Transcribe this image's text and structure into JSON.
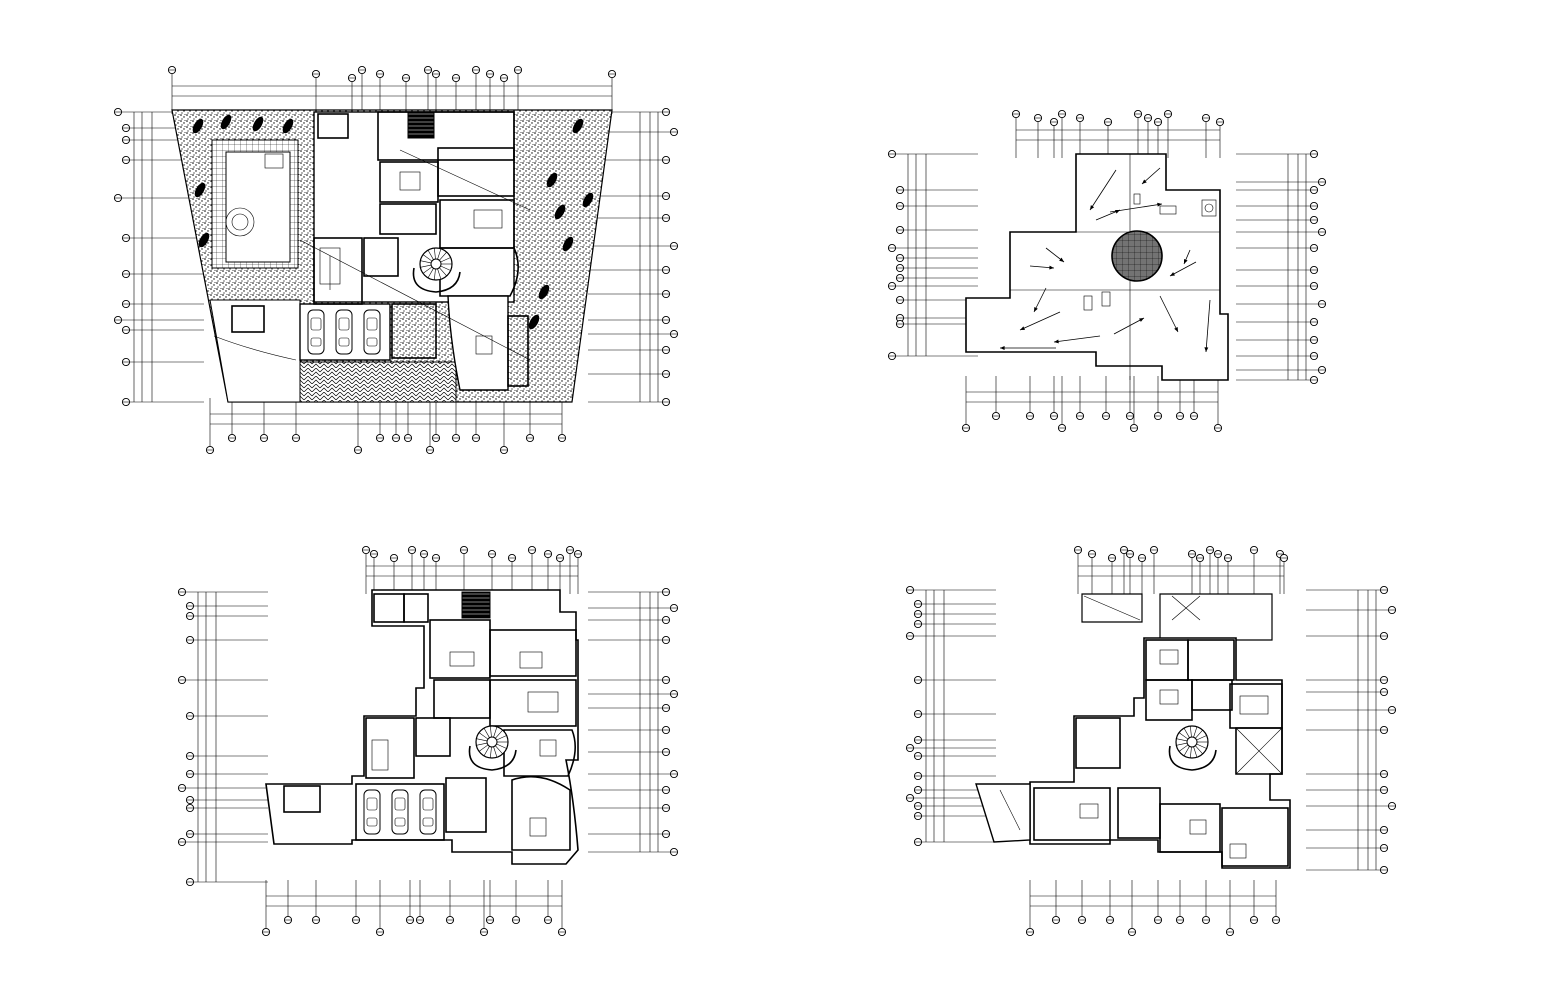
{
  "sheet": {
    "background": "#ffffff",
    "ink": "#000000",
    "description_free": true
  },
  "plans": [
    {
      "id": "site-plan",
      "kind": "ground-floor-with-landscape"
    },
    {
      "id": "roof-plan",
      "kind": "roof"
    },
    {
      "id": "ground-floor-plan",
      "kind": "ground-floor"
    },
    {
      "id": "upper-floor-plan",
      "kind": "upper-floor"
    }
  ],
  "icons": {
    "grid_bubble": "grid-axis-bubble-icon",
    "stair": "spiral-stair-icon",
    "car": "car-icon",
    "bed": "bed-icon",
    "table": "dining-table-icon",
    "arrow": "slope-arrow-icon"
  }
}
